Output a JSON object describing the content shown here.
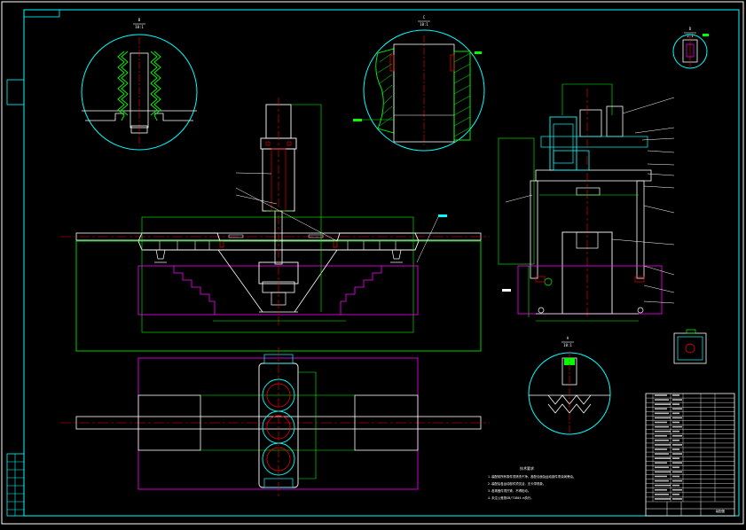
{
  "drawing": {
    "background": "#000000",
    "colors": {
      "frame": "#ffffff",
      "border": "#00ffff",
      "part": "#ffffff",
      "center": "#ff0000",
      "dim": "#00ff00",
      "outline": "#ff00ff",
      "hatch": "#00ff00",
      "detail": "#00ffff"
    },
    "section_labels": [
      {
        "id": "B",
        "scale": "10:1"
      },
      {
        "id": "C",
        "scale": "10:1"
      },
      {
        "id": "D",
        "scale": "2:1"
      },
      {
        "id": "A",
        "scale": "10:1"
      }
    ],
    "tech_notes": {
      "title": "技术要求",
      "lines": [
        "1.装配前所有零件须清洗干净，各配合面及运动部件须涂润滑油。",
        "2.装配后各运动部件须灵活，无卡滞现象。",
        "3.各紧固件须拧紧，不得松动。",
        "4.未注公差按GB/T1804-m执行。"
      ]
    },
    "title_block": {
      "title": "装配图",
      "rows": 24
    }
  }
}
